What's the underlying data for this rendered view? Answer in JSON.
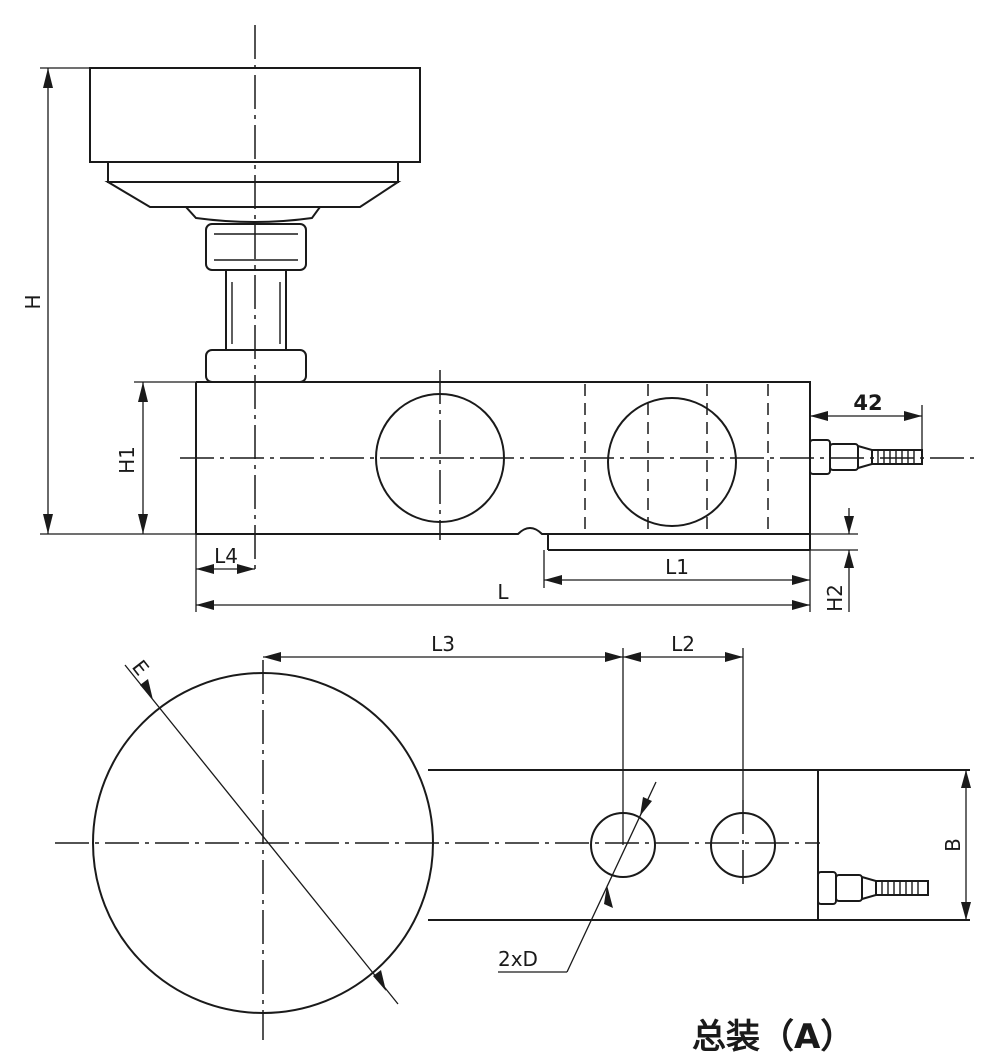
{
  "diagram": {
    "title": "总装（A）",
    "front_view": {
      "labels": {
        "H": "H",
        "H1": "H1",
        "H2": "H2",
        "L": "L",
        "L1": "L1",
        "L4": "L4",
        "cable_length": "42"
      }
    },
    "top_view": {
      "labels": {
        "L2": "L2",
        "L3": "L3",
        "B": "B",
        "E": "E",
        "holes": "2xD"
      }
    }
  }
}
